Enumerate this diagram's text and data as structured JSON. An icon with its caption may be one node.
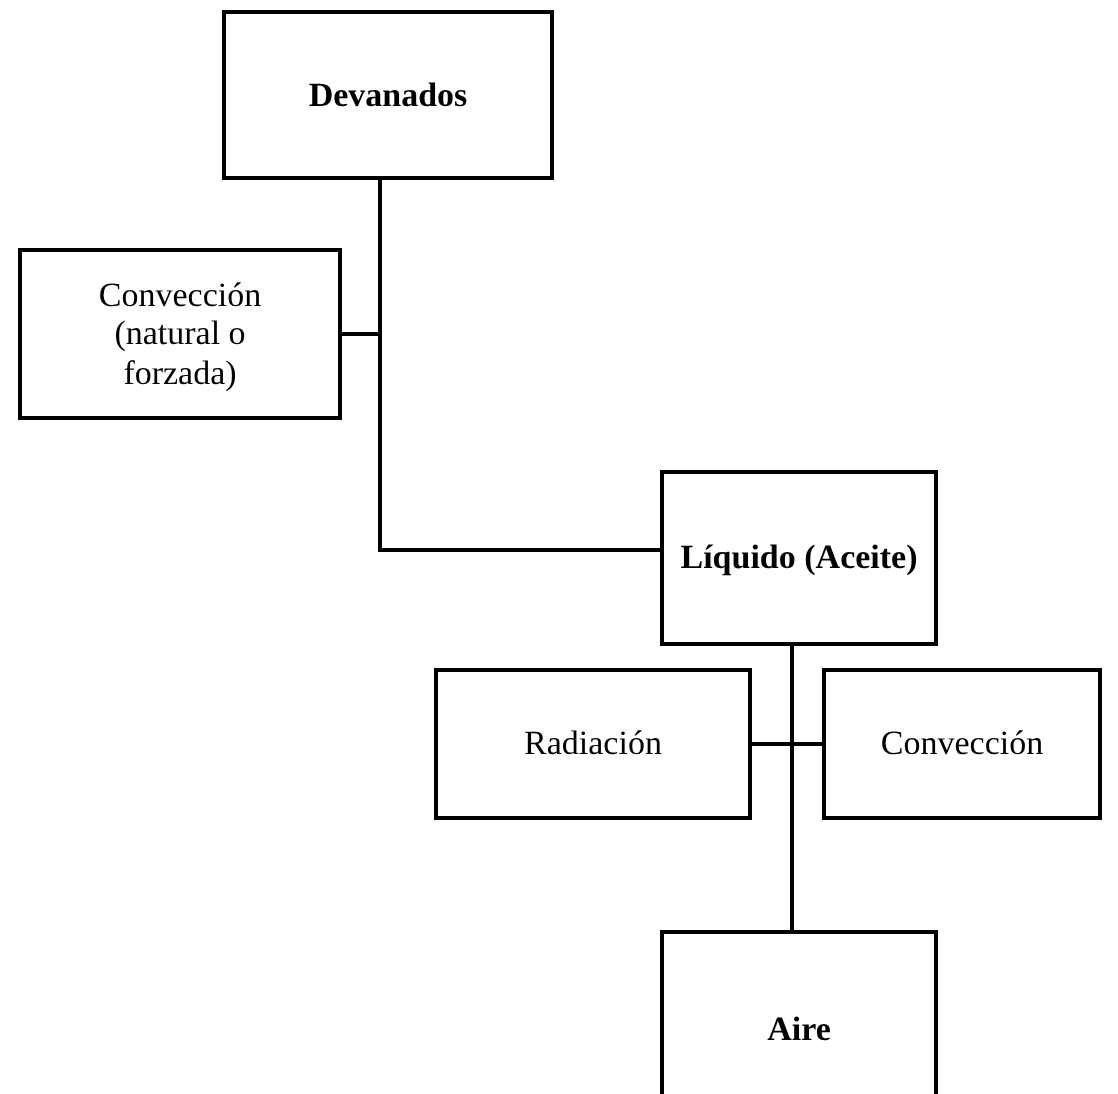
{
  "diagram": {
    "nodes": [
      {
        "text": [
          "Devanados"
        ]
      },
      {
        "text": [
          "Convección (natural o forzada)"
        ]
      },
      {
        "text": [
          "Líquido (Aceite)"
        ]
      },
      {
        "text": [
          "Radiación"
        ]
      },
      {
        "text": [
          "Convección"
        ]
      },
      {
        "text": [
          "Aire"
        ]
      }
    ],
    "edges": [
      {
        "from": 0,
        "to": 2,
        "arrow": "none"
      },
      {
        "from": 1,
        "to": 2,
        "arrow": "none"
      },
      {
        "from": 2,
        "to": 5,
        "arrow": "none"
      },
      {
        "from": 3,
        "to": 5,
        "arrow": "none"
      },
      {
        "from": 4,
        "to": 5,
        "arrow": "none"
      }
    ]
  }
}
